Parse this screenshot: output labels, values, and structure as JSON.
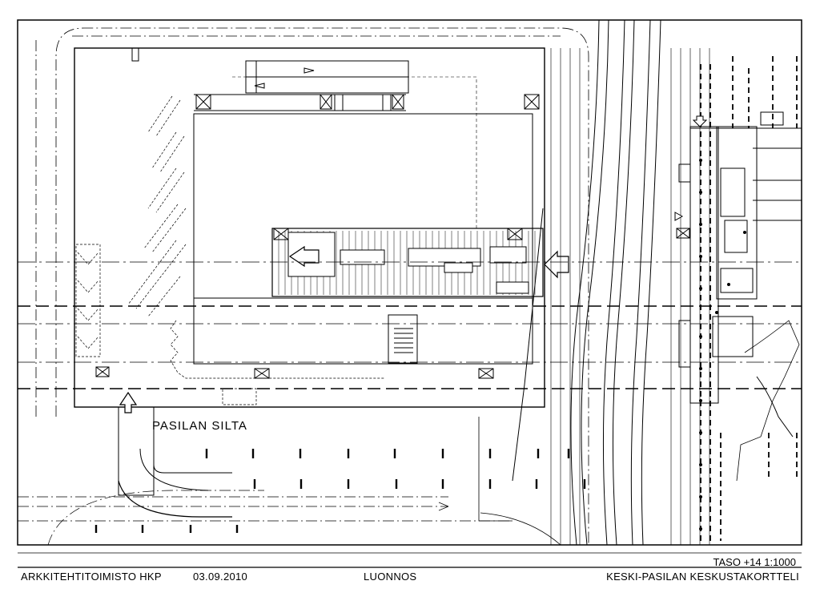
{
  "plan": {
    "street_label": "PASILAN   SILTA",
    "level_scale": "TASO +14  1:1000"
  },
  "title_block": {
    "office": "ARKKITEHTITOIMISTO  HKP",
    "date": "03.09.2010",
    "status": "LUONNOS",
    "project": "KESKI-PASILAN KESKUSTAKORTTELI"
  }
}
